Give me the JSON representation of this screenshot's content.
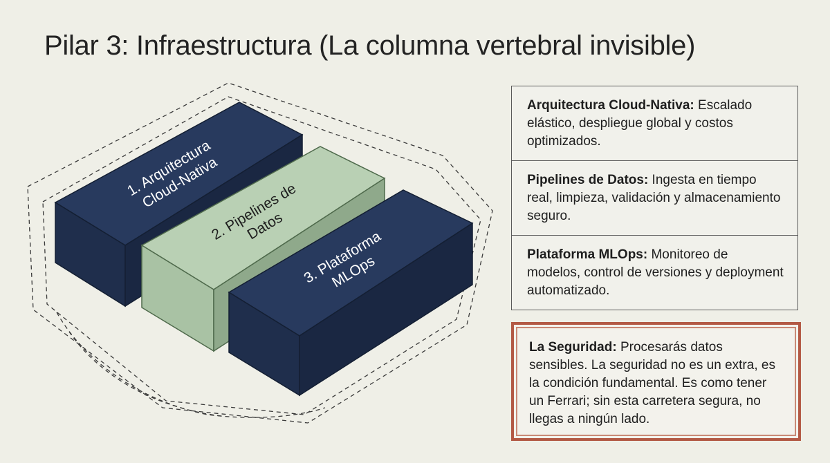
{
  "title": "Pilar 3: Infraestructura (La columna vertebral invisible)",
  "blocks": [
    {
      "line1": "1. Arquitectura",
      "line2": "Cloud-Nativa",
      "front": "#1f2e4c",
      "top": "#283a5e",
      "side": "#1a2742",
      "text": "#ffffff"
    },
    {
      "line1": "2. Pipelines de",
      "line2": "Datos",
      "front": "#a9c2a4",
      "top": "#b9d0b4",
      "side": "#8fa98b",
      "text": "#1e1e1e"
    },
    {
      "line1": "3. Plataforma",
      "line2": "MLOps",
      "front": "#1f2e4c",
      "top": "#283a5e",
      "side": "#1a2742",
      "text": "#ffffff"
    }
  ],
  "panel": [
    {
      "head": "Arquitectura Cloud-Nativa:",
      "body": " Escalado elástico, despliegue global y costos optimizados."
    },
    {
      "head": "Pipelines de Datos:",
      "body": " Ingesta en tiempo real, limpieza, validación y almacenamiento seguro."
    },
    {
      "head": "Plataforma MLOps:",
      "body": " Monitoreo de modelos, control de versiones y deployment automatizado."
    }
  ],
  "security": {
    "head": "La Seguridad:",
    "body": " Procesarás datos sensibles. La seguridad no es un extra, es la condición fundamental. Es como tener un Ferrari; sin esta carretera segura, no llegas a ningún lado."
  },
  "colors": {
    "accent_border": "#b35a45",
    "navy": "#1f2e4c",
    "sage": "#a9c2a4"
  }
}
